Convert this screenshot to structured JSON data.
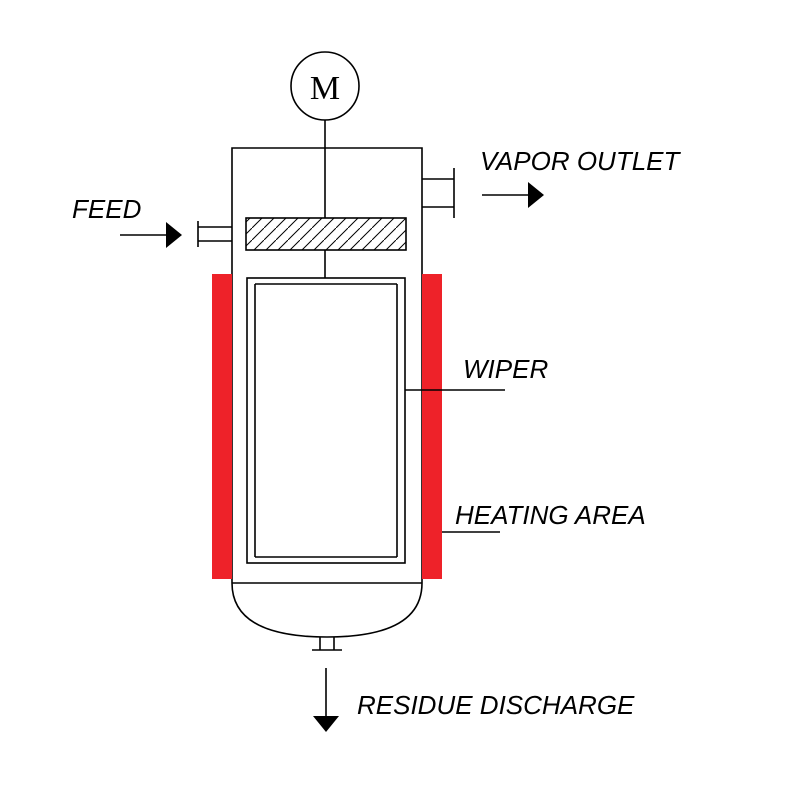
{
  "motor": {
    "symbol": "M"
  },
  "labels": {
    "feed": "FEED",
    "vapor_outlet": "VAPOR OUTLET",
    "wiper": "WIPER",
    "heating_area": "HEATING AREA",
    "residue_discharge": "RESIDUE DISCHARGE"
  },
  "colors": {
    "heating_element": "#ee2229",
    "line": "#000000"
  }
}
